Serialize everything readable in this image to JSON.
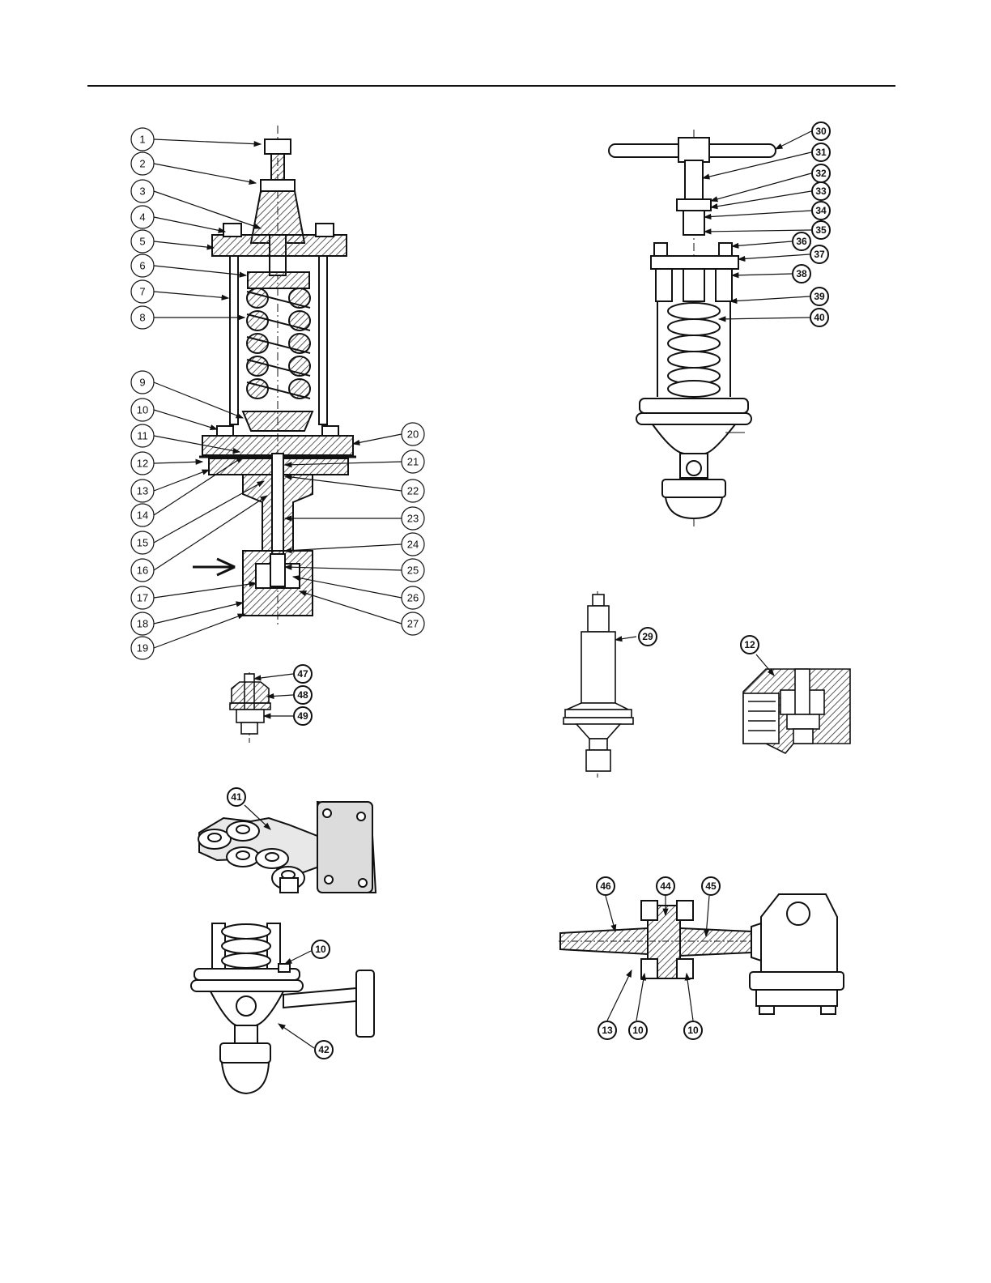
{
  "callouts_main": [
    "1",
    "2",
    "3",
    "4",
    "5",
    "6",
    "7",
    "8",
    "9",
    "10",
    "11",
    "12",
    "13",
    "14",
    "15",
    "16",
    "17",
    "18",
    "19",
    "20",
    "21",
    "22",
    "23",
    "24",
    "25",
    "26",
    "27"
  ],
  "callouts_handwheel": [
    "30",
    "31",
    "32",
    "33",
    "34",
    "35",
    "36",
    "37",
    "38",
    "39",
    "40"
  ],
  "callouts_pilot": [
    "47",
    "48",
    "49"
  ],
  "callouts_cap": [
    "29"
  ],
  "callouts_seat": [
    "12"
  ],
  "callouts_bracket": [
    "41"
  ],
  "callouts_mount": [
    "10",
    "42"
  ],
  "callouts_union": [
    "46",
    "44",
    "45",
    "13",
    "10",
    "10"
  ],
  "colors": {
    "ink": "#111111",
    "hatch": "#333333",
    "paper": "#ffffff"
  }
}
